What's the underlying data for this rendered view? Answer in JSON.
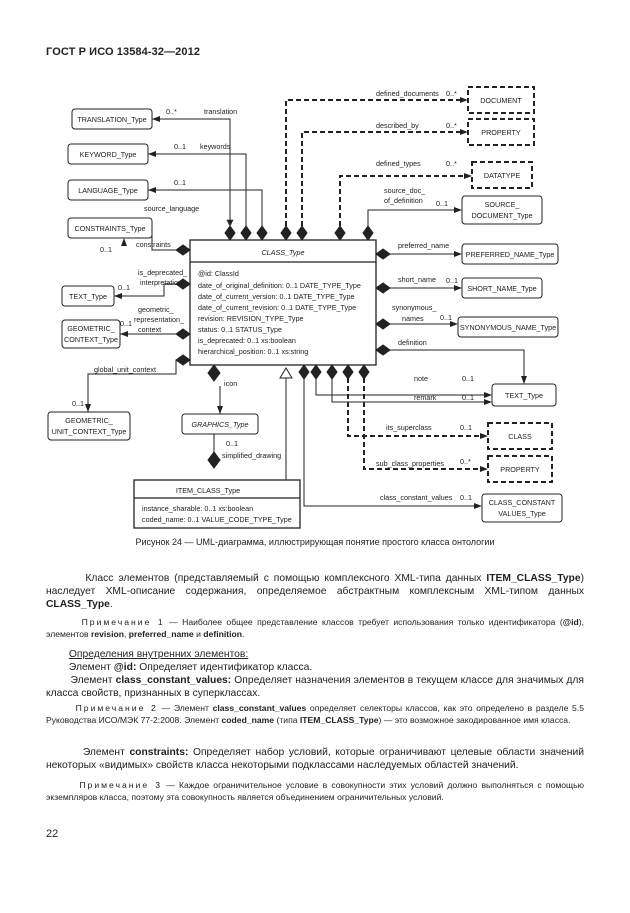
{
  "header": {
    "standard": "ГОСТ Р ИСО 13584-32—2012"
  },
  "diagram": {
    "boxes": {
      "translation_type": "TRANSLATION_Type",
      "keyword_type": "KEYWORD_Type",
      "language_type": "LANGUAGE_Type",
      "constraints_type": "CONSTRAINTS_Type",
      "text_type_left": "TEXT_Type",
      "geometric_context_1": "GEOMETRIC_",
      "geometric_context_2": "CONTEXT_Type",
      "geometric_unit_1": "GEOMETRIC_",
      "geometric_unit_2": "UNIT_CONTEXT_Type",
      "graphics_type": "GRAPHICS_Type",
      "document": "DOCUMENT",
      "property_top": "PROPERTY",
      "datatype": "DATATYPE",
      "source_document_1": "SOURCE_",
      "source_document_2": "DOCUMENT_Type",
      "preferred_name_type": "PREFERRED_NAME_Type",
      "short_name_type": "SHORT_NAME_Type",
      "synonymous_name_type": "SYNONYMOUS_NAME_Type",
      "text_type_right": "TEXT_Type",
      "class": "CLASS",
      "property_bottom": "PROPERTY",
      "class_constant_1": "CLASS_CONSTANT",
      "class_constant_2": "VALUES_Type"
    },
    "class_type": {
      "title": "CLASS_Type",
      "attributes": [
        "@id: ClassId",
        "date_of_original_definition: 0..1 DATE_TYPE_Type",
        "date_of_current_version: 0..1  DATE_TYPE_Type",
        "date_of_current_revision: 0..1 DATE_TYPE_Type",
        "revision: REVISION_TYPE_Type",
        "status: 0..1 STATUS_Type",
        "is_deprecated: 0..1 xs:boolean",
        "hierarchical_position: 0..1 xs:string"
      ]
    },
    "item_class_type": {
      "title": "ITEM_CLASS_Type",
      "attributes": [
        "instance_sharable: 0..1 xs:boolean",
        "coded_name: 0..1 VALUE_CODE_TYPE_Type"
      ]
    },
    "labels": {
      "translation": "translation",
      "keywords": "keywords",
      "source_language": "source_language",
      "constraints": "constraints",
      "is_deprecated_interpretation_1": "is_deprecated_",
      "is_deprecated_interpretation_2": "interpretation",
      "geometric_representation_context_1": "geometric_",
      "geometric_representation_context_2": "representation_",
      "geometric_representation_context_3": "context",
      "global_unit_context": "global_unit_context",
      "icon": "icon",
      "simplified_drawing": "simplified_drawing",
      "defined_documents": "defined_documents",
      "described_by": "described_by",
      "defined_types": "defined_types",
      "source_doc_of_definition_1": "source_doc_",
      "source_doc_of_definition_2": "of_definition",
      "preferred_name": "preferred_name",
      "short_name": "short_name",
      "synonymous_names_1": "synonymous_",
      "synonymous_names_2": "names",
      "definition": "definition",
      "note": "note",
      "remark": "remark",
      "its_superclass": "its_superclass",
      "sub_class_properties": "sub_class_properties",
      "class_constant_values": "class_constant_values"
    },
    "multiplicities": {
      "zero_many": "0..*",
      "zero_one": "0..1"
    }
  },
  "caption": "Рисунок 24 — UML-диаграмма, иллюстрирующая понятие простого класса онтологии",
  "paragraphs": {
    "p1_a": "Класс элементов (представляемый с помощью комплексного XML-типа данных ",
    "p1_b": "ITEM_CLASS_Type",
    "p1_c": ") наследует XML-описание  содержания, определяемое абстрактным комплексным XML-типом данных ",
    "p1_d": "CLASS_Type",
    "p1_e": ".",
    "note1_label": "Примечание 1",
    "note1_a": " — Наиболее общее представление классов требует использования только идентификатора (",
    "note1_b": "@id",
    "note1_c": "), элементов ",
    "note1_d": "revision",
    "note1_e": ", ",
    "note1_f": "preferred_name",
    "note1_g": " и ",
    "note1_h": "definition",
    "note1_i": ".",
    "defs_heading": "Определения внутренних элементов:",
    "el_word": "Элемент ",
    "id_name": "@id:",
    "id_text": " Определяет идентификатор класса.",
    "ccv_name": "class_constant_values:",
    "ccv_text": " Определяет назначения элементов в текущем классе для значимых для класса свойств, признанных в суперклассах.",
    "note2_label": "Примечание 2",
    "note2_a": " — Элемент ",
    "note2_b": "class_constant_values",
    "note2_c": " определяет селекторы классов, как это определено в разделе 5.5 Руководства ИСО/МЭК 77-2:2008. Элемент ",
    "note2_d": "coded_name",
    "note2_e": " (типа ",
    "note2_f": "ITEM_CLASS_Type",
    "note2_g": ") — это возможное закодированное имя класса.",
    "cons_name": "constraints:",
    "cons_text": " Определяет набор условий, которые ограничивают целевые области значений некоторых «видимых» свойств класса некоторыми подклассами наследуемых областей значений.",
    "note3_label": "Примечание 3",
    "note3_text": " — Каждое ограничительное условие в совокупности этих условий должно выполняться с помощью экземпляров класса, поэтому эта совокупность является объединением ограничительных условий."
  },
  "page_number": "22"
}
